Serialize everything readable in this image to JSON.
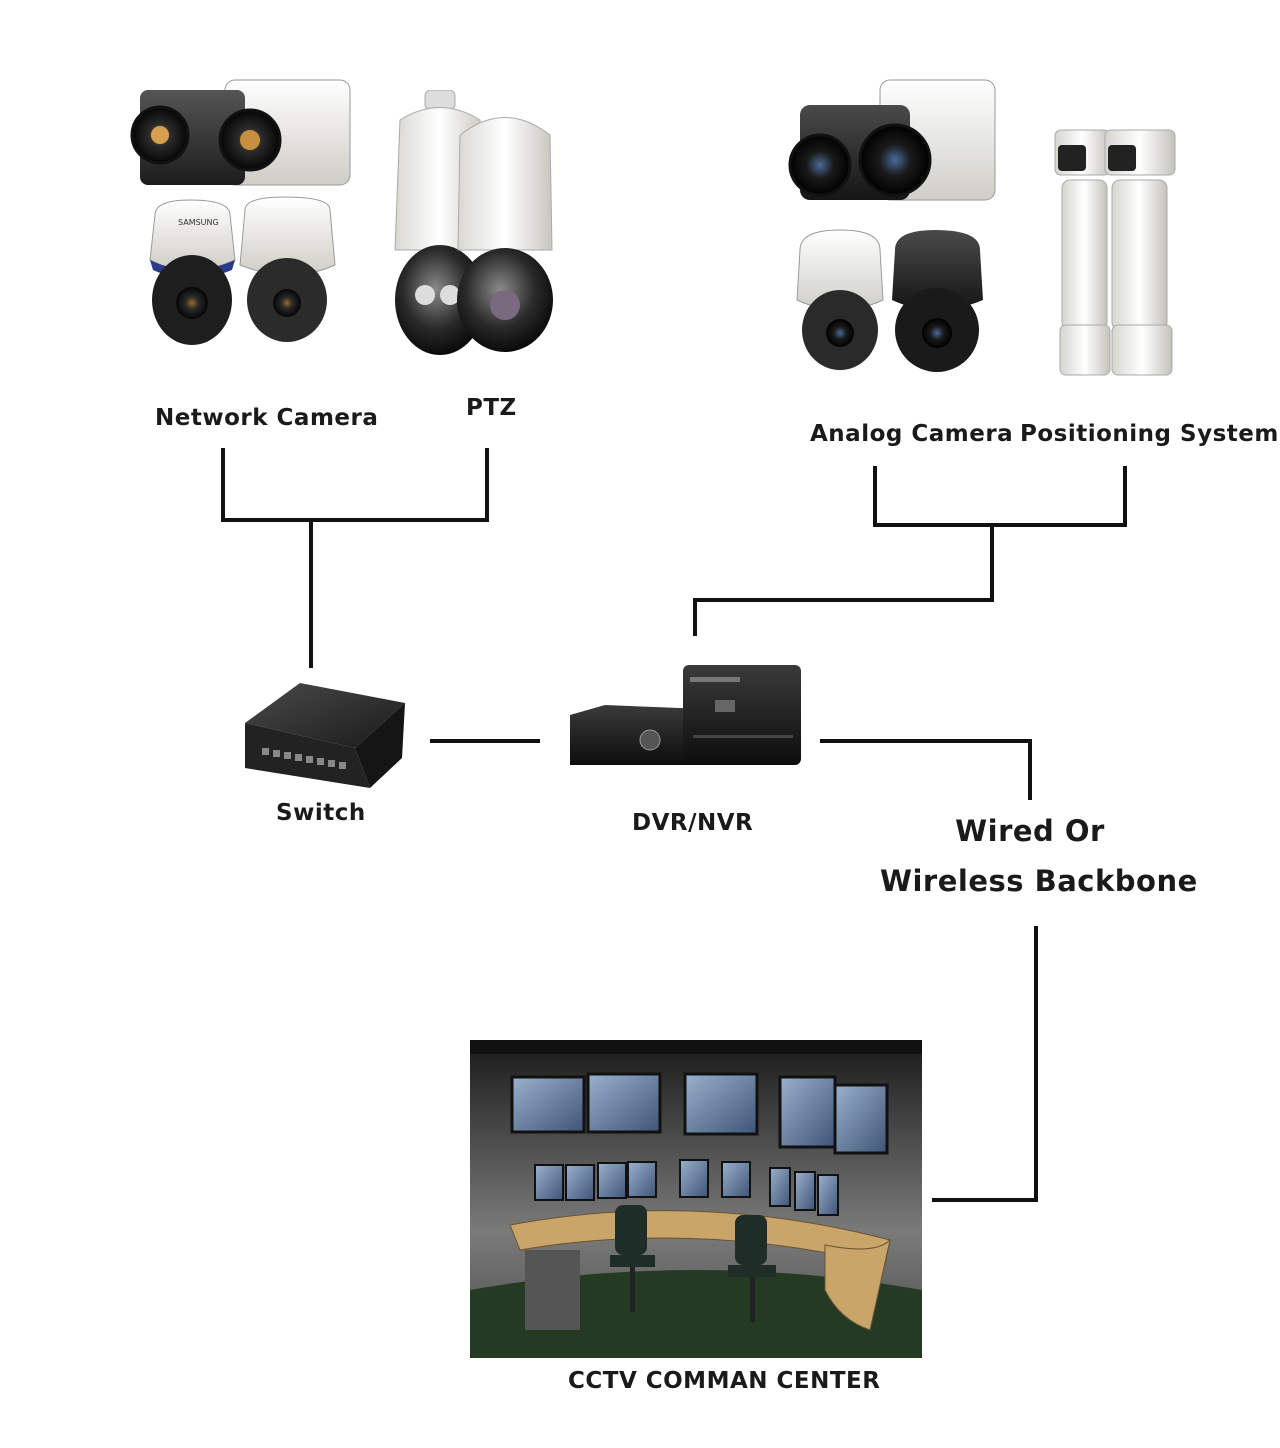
{
  "labels": {
    "network_camera": "Network Camera",
    "ptz": "PTZ",
    "analog_camera": "Analog Camera",
    "positioning_system": "Positioning System",
    "switch": "Switch",
    "dvr_nvr": "DVR/NVR",
    "backbone_line1": "Wired Or",
    "backbone_line2": "Wireless Backbone",
    "command_center": "CCTV COMMAN CENTER"
  },
  "device_text": {
    "brand": "SAMSUNG"
  },
  "colors": {
    "wire": "#111111",
    "camera_dark": "#2b2b2b",
    "camera_light": "#ecebe6",
    "room_wall": "#6e6e6e",
    "desk": "#c9a56a",
    "floor": "#243a22"
  }
}
